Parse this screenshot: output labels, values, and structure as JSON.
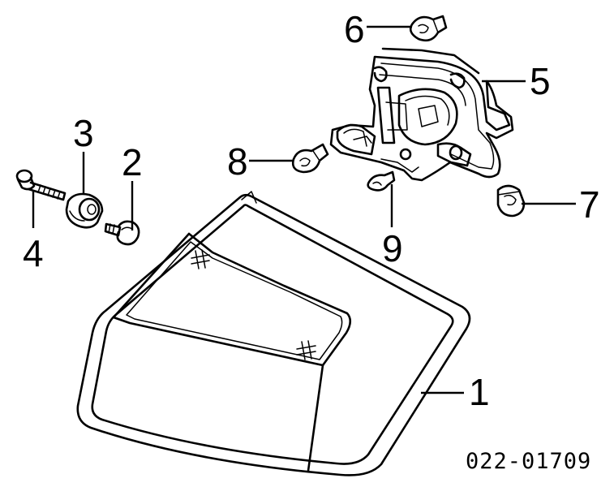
{
  "diagram": {
    "part_number": "022-01709",
    "callouts": [
      {
        "id": "1",
        "label": "1"
      },
      {
        "id": "2",
        "label": "2"
      },
      {
        "id": "3",
        "label": "3"
      },
      {
        "id": "4",
        "label": "4"
      },
      {
        "id": "5",
        "label": "5"
      },
      {
        "id": "6",
        "label": "6"
      },
      {
        "id": "7",
        "label": "7"
      },
      {
        "id": "8",
        "label": "8"
      },
      {
        "id": "9",
        "label": "9"
      }
    ]
  }
}
